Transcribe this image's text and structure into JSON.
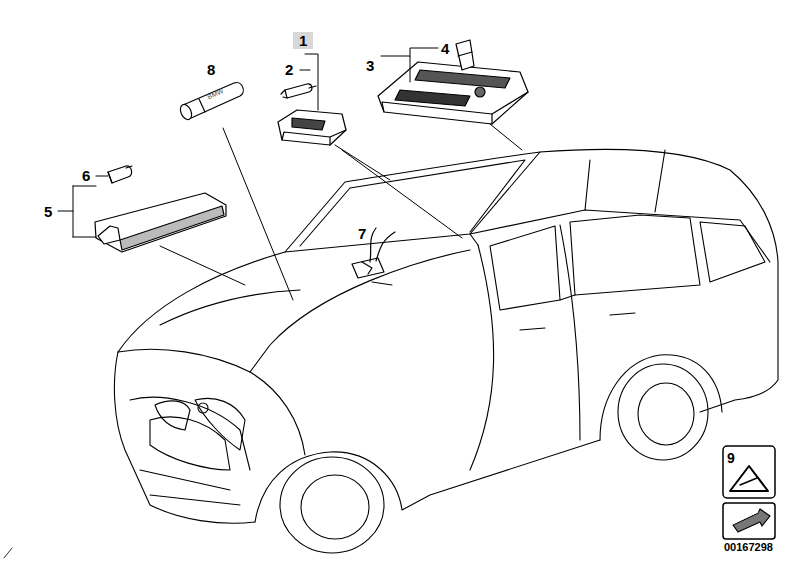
{
  "diagram": {
    "labels": [
      "1",
      "2",
      "3",
      "4",
      "5",
      "6",
      "7",
      "8",
      "9",
      "00167298",
      "BMW"
    ]
  }
}
